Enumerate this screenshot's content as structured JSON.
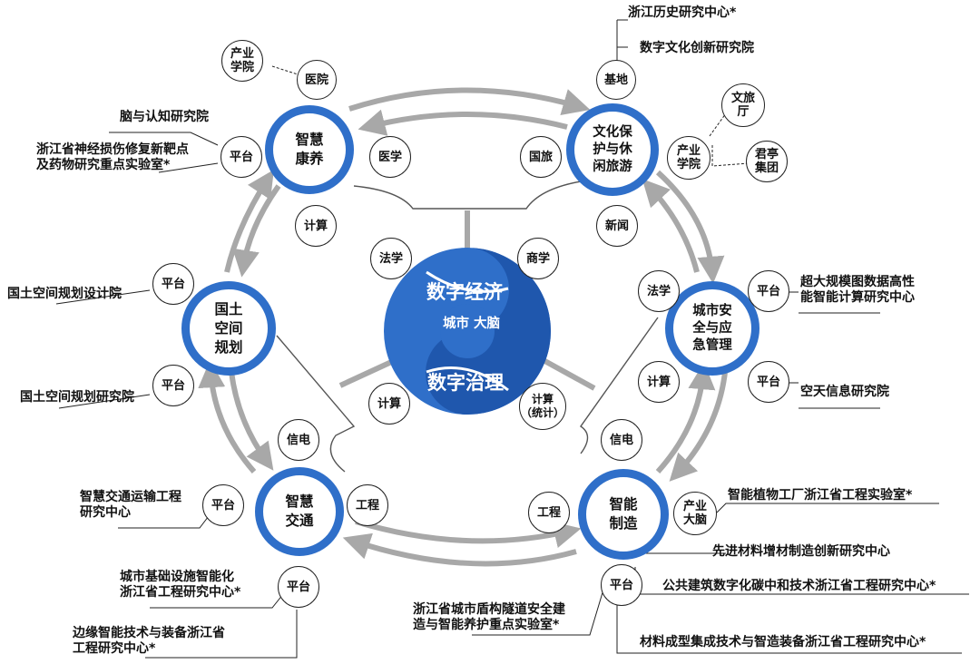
{
  "center": {
    "top_label": "数字经济",
    "middle_label": "城市\n大脑",
    "bottom_label": "数字治理"
  },
  "main_nodes": {
    "health": "智慧\n康养",
    "culture": "文化保\n护与休\n闲旅游",
    "land": "国土\n空间\n规划",
    "safety": "城市安\n全与应\n急管理",
    "traffic": "智慧\n交通",
    "manufacturing": "智能\n制造"
  },
  "small_nodes": {
    "industry_academy_top": "产业\n学院",
    "hospital": "医院",
    "medicine": "医学",
    "platform_health": "平台",
    "computing_health": "计算",
    "base": "基地",
    "national_travel": "国旅",
    "industry_academy_culture": "产业\n学院",
    "culture_tourism_dept": "文旅\n厅",
    "junting_group": "君亭\n集团",
    "news": "新闻",
    "law_center": "法学",
    "business": "商学",
    "computing_center": "计算",
    "computing_stats": "计算\n（统计）",
    "platform_land_top": "平台",
    "platform_land_bottom": "平台",
    "law_safety": "法学",
    "platform_safety_top": "平台",
    "computing_safety": "计算",
    "platform_safety_bottom": "平台",
    "telecom_traffic": "信电",
    "platform_traffic": "平台",
    "engineering_traffic": "工程",
    "platform_traffic_bottom": "平台",
    "telecom_manufacturing": "信电",
    "engineering_manufacturing": "工程",
    "industry_brain": "产业\n大脑",
    "platform_manufacturing": "平台"
  },
  "labels": {
    "zhejiang_history": "浙江历史研究中心*",
    "digital_culture": "数字文化创新研究院",
    "brain_cognition": "脑与认知研究院",
    "neural_lab": "浙江省神经损伤修复新靶点\n及药物研究重点实验室*",
    "land_planning_design": "国土空间规划设计院",
    "land_planning_research": "国土空间规划研究院",
    "graph_computing": "超大规模图数据高性\n能智能计算研究中心",
    "aerospace_info": "空天信息研究院",
    "smart_traffic_center": "智慧交通运输工程\n研究中心",
    "city_infrastructure": "城市基础设施智能化\n浙江省工程研究中心*",
    "edge_intelligence": "边缘智能技术与装备浙江省\n工程研究中心*",
    "plant_factory": "智能植物工厂浙江省工程实验室*",
    "additive_manufacturing": "先进材料增材制造创新研究中心",
    "carbon_neutral": "公共建筑数字化碳中和技术浙江省工程研究中心*",
    "shield_tunnel": "浙江省城市盾构隧道安全建\n造与智能养护重点实验室*",
    "material_forming": "材料成型集成技术与智造装备浙江省工程研究中心*"
  },
  "colors": {
    "accent_blue": "#2f6fc9",
    "ring_gray": "#a8a8a8",
    "line_dark": "#222222"
  }
}
